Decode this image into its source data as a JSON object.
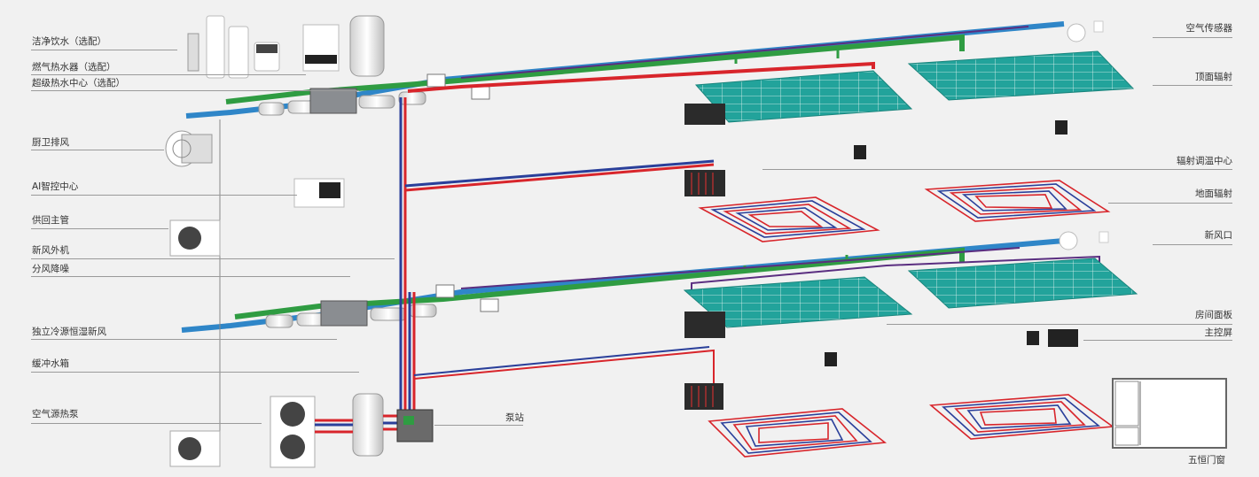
{
  "labels_left": [
    {
      "id": "water-purifier",
      "text": "洁净饮水（选配）"
    },
    {
      "id": "gas-heater",
      "text": "燃气热水器（选配）"
    },
    {
      "id": "hot-water-center",
      "text": "超级热水中心（选配）"
    },
    {
      "id": "kitchen-exhaust",
      "text": "厨卫排风"
    },
    {
      "id": "ai-control",
      "text": "AI智控中心"
    },
    {
      "id": "main-pipe",
      "text": "供回主管"
    },
    {
      "id": "fresh-air-outdoor",
      "text": "新风外机"
    },
    {
      "id": "split-silence",
      "text": "分风降噪"
    },
    {
      "id": "independent-fresh-air",
      "text": "独立冷源恒湿新风"
    },
    {
      "id": "buffer-tank",
      "text": "缓冲水箱"
    },
    {
      "id": "heat-pump",
      "text": "空气源热泵"
    },
    {
      "id": "pump-station",
      "text": "泵站"
    }
  ],
  "labels_right": [
    {
      "id": "air-sensor",
      "text": "空气传感器"
    },
    {
      "id": "ceiling-radiation",
      "text": "顶面辐射"
    },
    {
      "id": "radiation-center",
      "text": "辐射调温中心"
    },
    {
      "id": "floor-radiation",
      "text": "地面辐射"
    },
    {
      "id": "fresh-air-outlet",
      "text": "新风口"
    },
    {
      "id": "room-panel",
      "text": "房间面板"
    },
    {
      "id": "main-screen",
      "text": "主控屏"
    },
    {
      "id": "window",
      "text": "五恒门窗"
    }
  ],
  "colors": {
    "supply": "#d8252b",
    "return": "#2a3f9a",
    "fresh": "#2f9c42",
    "duct": "#2f86c8",
    "panel": "#22a39b",
    "grid": "#e9f6f4",
    "leader": "#9a9a9a"
  }
}
